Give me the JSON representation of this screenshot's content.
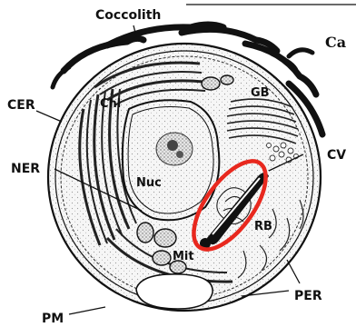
{
  "diagram": {
    "panel_letter": "Ca",
    "labels": {
      "coccolith": "Coccolith",
      "cer": "CER",
      "chl": "Chl",
      "gb": "GB",
      "ner": "NER",
      "nuc": "Nuc",
      "cv": "CV",
      "rb": "RB",
      "mit": "Mit",
      "per": "PER",
      "pm": "PM"
    },
    "colors": {
      "ink": "#111111",
      "highlight": "#e8281e",
      "cytoplasm": "#f4f4f4"
    }
  }
}
